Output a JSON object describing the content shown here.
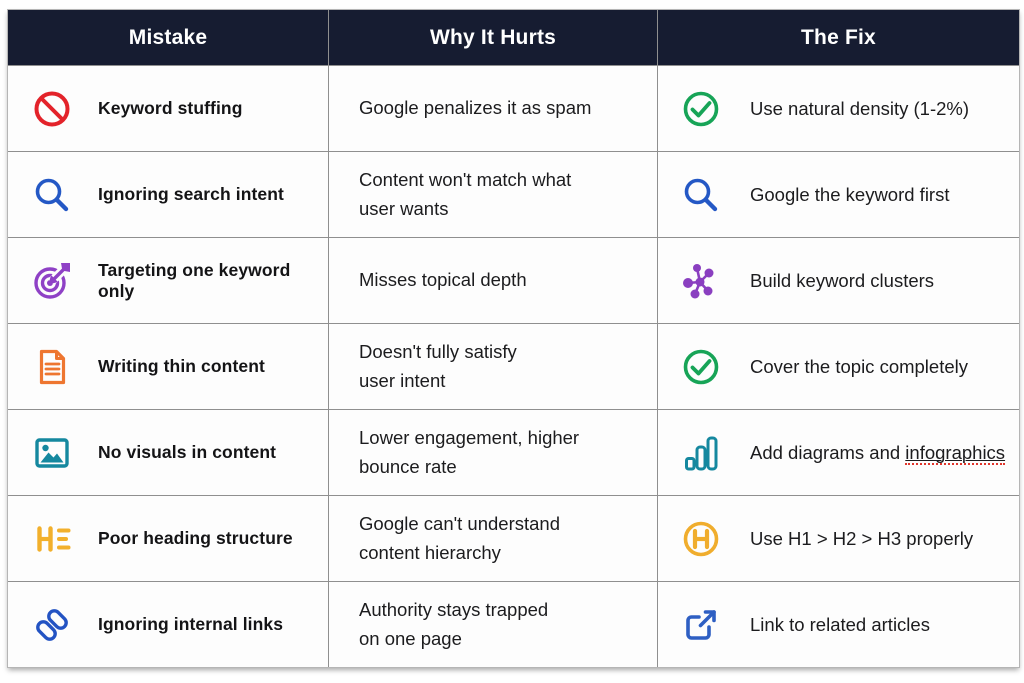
{
  "chart_data": {
    "type": "table",
    "title": "SEO mistakes vs fixes comparison table",
    "columns": [
      "Mistake",
      "Why It Hurts",
      "The Fix"
    ],
    "rows": [
      [
        "Keyword stuffing",
        "Google penalizes it as spam",
        "Use natural density (1-2%)"
      ],
      [
        "Ignoring search intent",
        "Content won't match what user wants",
        "Google the keyword first"
      ],
      [
        "Targeting one keyword only",
        "Misses topical depth",
        "Build keyword clusters"
      ],
      [
        "Writing thin content",
        "Doesn't fully satisfy user intent",
        "Cover the topic completely"
      ],
      [
        "No visuals in content",
        "Lower engagement, higher bounce rate",
        "Add diagrams and infographics"
      ],
      [
        "Poor heading structure",
        "Google can't understand content hierarchy",
        "Use H1 > H2 > H3 properly"
      ],
      [
        "Ignoring internal links",
        "Authority stays trapped on one page",
        "Link to related articles"
      ]
    ]
  },
  "table": {
    "header_bg": "#161c31",
    "header_text_color": "#ffffff",
    "headers": [
      {
        "label": "Mistake"
      },
      {
        "label": "Why It Hurts"
      },
      {
        "label": "The Fix"
      }
    ],
    "rows": [
      {
        "mistake": {
          "icon": "no-entry-icon",
          "color": "#e3232a",
          "label": "Keyword stuffing"
        },
        "why": "Google penalizes it as spam",
        "fix": {
          "icon": "check-circle-icon",
          "color": "#17a457",
          "text": "Use natural density (1-2%)"
        }
      },
      {
        "mistake": {
          "icon": "search-icon",
          "color": "#2458c5",
          "label": "Ignoring search intent"
        },
        "why": "Content won't match what\nuser wants",
        "fix": {
          "icon": "search-icon",
          "color": "#2458c5",
          "text": "Google the keyword first"
        }
      },
      {
        "mistake": {
          "icon": "target-arrow-icon",
          "color": "#8f41c6",
          "label": "Targeting one keyword only"
        },
        "why": "Misses topical depth",
        "fix": {
          "icon": "cluster-icon",
          "color": "#8a3fc0",
          "text": "Build keyword clusters"
        }
      },
      {
        "mistake": {
          "icon": "document-icon",
          "color": "#ee7630",
          "label": "Writing thin content"
        },
        "why": "Doesn't fully satisfy\nuser intent",
        "fix": {
          "icon": "check-circle-icon",
          "color": "#17a457",
          "text": "Cover the topic completely"
        }
      },
      {
        "mistake": {
          "icon": "image-icon",
          "color": "#15889f",
          "label": "No visuals in content"
        },
        "why": "Lower engagement, higher\nbounce rate",
        "fix": {
          "icon": "bar-chart-icon",
          "color": "#15889f",
          "text": "Add diagrams and ",
          "flagged_word": "infographics"
        }
      },
      {
        "mistake": {
          "icon": "heading-structure-icon",
          "color": "#f2b02c",
          "label": "Poor heading structure"
        },
        "why": "Google can't understand\ncontent hierarchy",
        "fix": {
          "icon": "h-circle-icon",
          "color": "#f0ad2d",
          "text": "Use H1 > H2 > H3 properly"
        }
      },
      {
        "mistake": {
          "icon": "link-icon",
          "color": "#2353c3",
          "label": "Ignoring internal links"
        },
        "why": "Authority stays trapped\non one page",
        "fix": {
          "icon": "external-link-icon",
          "color": "#2e5fc3",
          "text": "Link to related articles"
        }
      }
    ]
  }
}
